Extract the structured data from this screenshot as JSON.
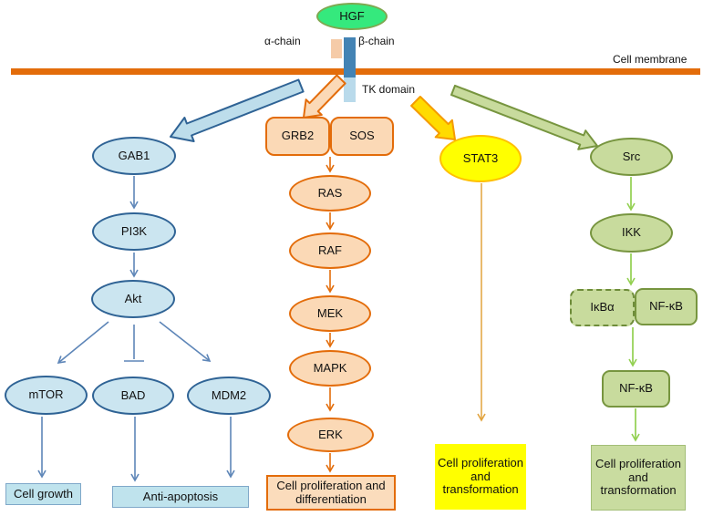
{
  "membrane": {
    "label": "Cell membrane"
  },
  "receptor": {
    "ligand": "HGF",
    "alpha_chain": "α-chain",
    "beta_chain": "β-chain",
    "tk_domain": "TK domain"
  },
  "pi3k_pathway": {
    "gab1": "GAB1",
    "pi3k": "PI3K",
    "akt": "Akt",
    "mtor": "mTOR",
    "bad": "BAD",
    "mdm2": "MDM2",
    "outcome_growth": "Cell growth",
    "outcome_antiapoptosis": "Anti-apoptosis"
  },
  "mapk_pathway": {
    "grb2": "GRB2",
    "sos": "SOS",
    "ras": "RAS",
    "raf": "RAF",
    "mek": "MEK",
    "mapk": "MAPK",
    "erk": "ERK",
    "outcome": "Cell proliferation and differentiation"
  },
  "stat3_pathway": {
    "stat3": "STAT3",
    "outcome": "Cell proliferation and transformation"
  },
  "nfkb_pathway": {
    "src": "Src",
    "ikk": "IKK",
    "ikba": "IκBα",
    "nfkb_complex": "NF-κB",
    "nfkb_free": "NF-κB",
    "outcome": "Cell proliferation and transformation"
  },
  "colors": {
    "membrane": "#E36C0A",
    "hgf_fill": "#35E97D",
    "hgf_border": "#7FA850",
    "blue_fill": "#CBE5F0",
    "blue_border": "#2F6395",
    "blue_arrow": "#5E86B8",
    "blue_outcome_fill": "#BFE3ED",
    "orange_fill": "#FBD9B6",
    "orange_border": "#E36C0A",
    "yellow_fill": "#FFFF00",
    "yellow_border": "#FFC000",
    "yellow_arrow": "#E2A33D",
    "green_fill": "#C8DB9D",
    "green_border": "#77953F",
    "green_arrow": "#92D050",
    "beta_chain_rect": "#4383B4",
    "alpha_chain_rect": "#F5CBA8",
    "tk_domain_rect": "#B9DAEB"
  }
}
